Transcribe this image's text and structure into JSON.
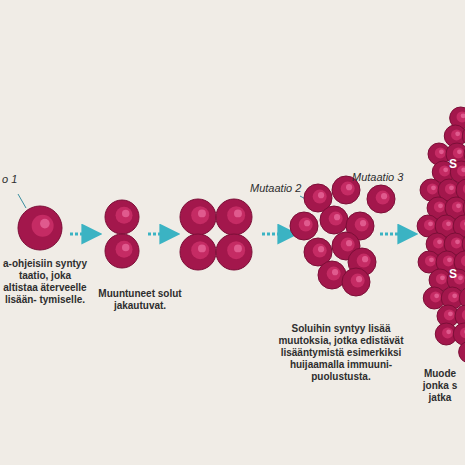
{
  "diagram": {
    "labels": [
      "o 1",
      "a-ohjeisiin syntyy taatio, joka altistaa äterveelle lisään- tymiselle.",
      "Muuntuneet solut jakautuvat.",
      "Mutaatio 2",
      "Mutaatio 3",
      "Soluihin syntyy lisää muutoksia, jotka edistävät lisääntymistä esimerkiksi huijaamalla immuuni- puolustusta.",
      "S",
      "S",
      "Muode jonka s jatka"
    ]
  }
}
